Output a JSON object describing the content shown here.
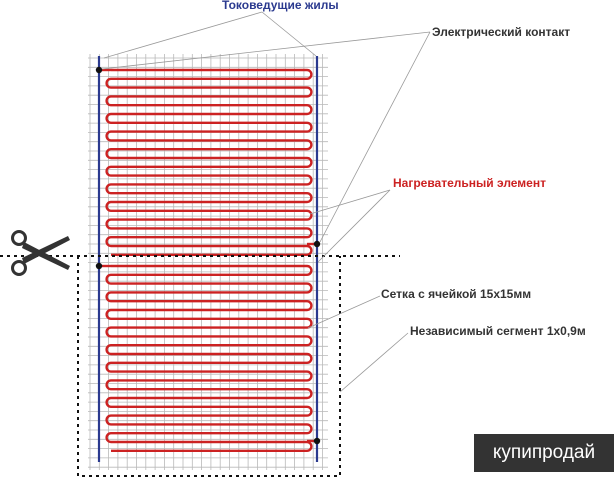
{
  "labels": {
    "conductors": "Токоведущие жилы",
    "contact": "Электрический контакт",
    "heating_element": "Нагревательный элемент",
    "mesh": "Сетка с ячейкой 15х15мм",
    "segment": "Независимый сегмент 1х0,9м"
  },
  "watermark": "купипродай",
  "colors": {
    "conductor": "#2b3a8f",
    "heating": "#cc2222",
    "grid": "#b9b9b9",
    "conductors_label": "#2b3a8f",
    "heating_label": "#cc2222",
    "text": "#333333",
    "pointer": "#999999",
    "cut_line": "#111111",
    "contact_dot": "#111111"
  },
  "icons": {
    "cut": "scissors-icon"
  }
}
